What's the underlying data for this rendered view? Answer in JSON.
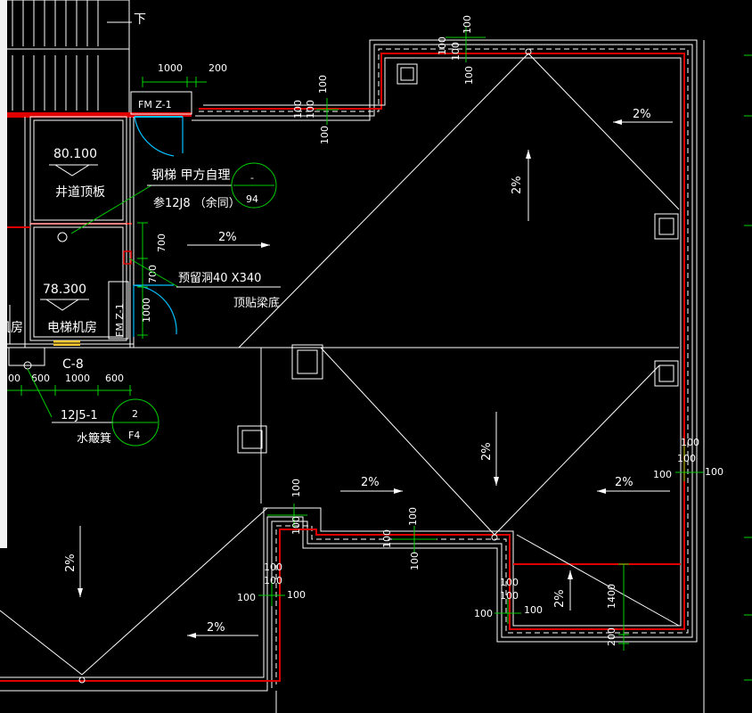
{
  "colors": {
    "background": "#000000",
    "lines": "#ffffff",
    "dimension": "#00d000",
    "parapet": "#e00000",
    "door": "#00c0ff",
    "window": "#ffcc33"
  },
  "stair": {
    "direction_label": "下"
  },
  "door_labels": {
    "fm_top": "FM  Z-1",
    "fm_side": "FM  Z-1"
  },
  "dims": {
    "d1000_top": "1000",
    "d200_top": "200",
    "d700_a": "700",
    "d700_b": "700",
    "d1000_side": "1000",
    "d700_left": "700",
    "d600_a": "600",
    "d1000_b": "1000",
    "d600_b": "600",
    "d1400": "1400",
    "d200_bot": "200",
    "p100": "100"
  },
  "rooms": {
    "shaft_level": "80.100",
    "shaft_name": "井道顶板",
    "machine_level": "78.300",
    "machine_name": "电梯机房",
    "left_room_partial": "机房"
  },
  "annotations": {
    "ladder_line1": "钢梯 甲方自理",
    "ladder_line2": "参12J8 （余同）",
    "ladder_ref_top": "-",
    "ladder_ref_bottom": "94",
    "hole_line1": "预留洞40 X340",
    "hole_line2": "顶贴梁底",
    "window_tag": "C-8",
    "gutter_std": "12J5-1",
    "gutter_name": "水簸箕",
    "gutter_ref_top": "2",
    "gutter_ref_bottom": "F4"
  },
  "slopes": {
    "label": "2%"
  }
}
